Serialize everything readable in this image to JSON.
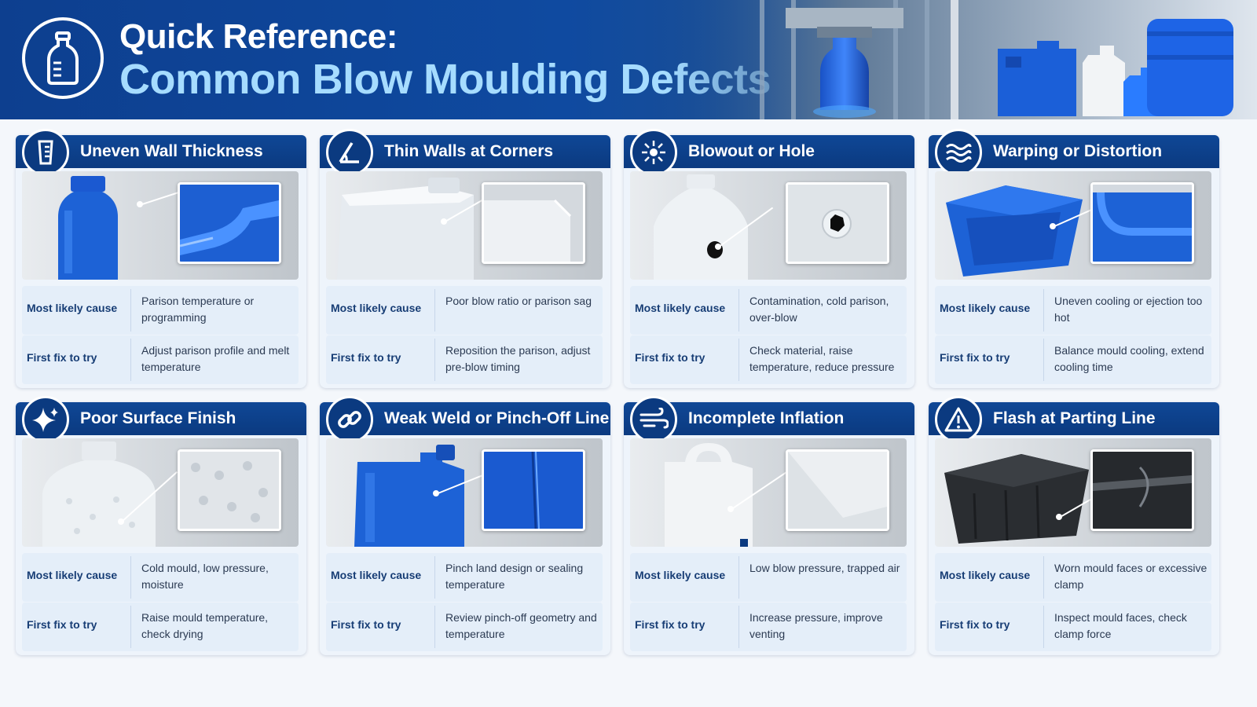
{
  "header": {
    "title_line1": "Quick Reference:",
    "title_line2": "Common Blow Moulding Defects",
    "logo_icon": "bottle-icon"
  },
  "row_labels": {
    "cause": "Most likely cause",
    "fix": "First fix to try"
  },
  "colors": {
    "brand_blue": "#0b3a80",
    "accent_light_blue": "#a6dcff",
    "product_blue": "#1d62d6"
  },
  "cards": [
    {
      "title": "Uneven Wall Thickness",
      "icon": "measuring-cup-icon",
      "cause": "Parison temperature or programming",
      "fix": "Adjust parison profile and melt temperature"
    },
    {
      "title": "Thin Walls at Corners",
      "icon": "corner-angle-icon",
      "cause": "Poor blow ratio or parison sag",
      "fix": "Reposition the parison, adjust pre-blow timing"
    },
    {
      "title": "Blowout or Hole",
      "icon": "burst-icon",
      "cause": "Contamination, cold parison, over-blow",
      "fix": "Check material, raise temperature, reduce pressure"
    },
    {
      "title": "Warping or Distortion",
      "icon": "waves-icon",
      "cause": "Uneven cooling or ejection too hot",
      "fix": "Balance mould cooling, extend cooling time"
    },
    {
      "title": "Poor Surface Finish",
      "icon": "sparkle-icon",
      "cause": "Cold mould, low pressure, moisture",
      "fix": "Raise mould temperature, check drying"
    },
    {
      "title": "Weak Weld or Pinch-Off Line",
      "icon": "chain-link-icon",
      "cause": "Pinch land design or sealing temperature",
      "fix": "Review pinch-off geometry and temperature"
    },
    {
      "title": "Incomplete Inflation",
      "icon": "wind-icon",
      "cause": "Low blow pressure, trapped air",
      "fix": "Increase pressure, improve venting"
    },
    {
      "title": "Flash at Parting Line",
      "icon": "warning-triangle-icon",
      "cause": "Worn mould faces or excessive clamp",
      "fix": "Inspect mould faces, check clamp force"
    }
  ]
}
